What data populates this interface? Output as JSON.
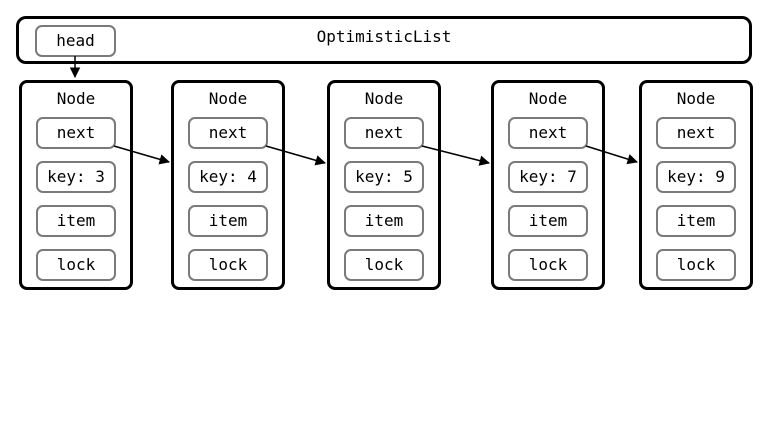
{
  "list": {
    "title": "OptimisticList",
    "head_label": "head"
  },
  "nodes": [
    {
      "title": "Node",
      "next": "next",
      "key": "key: 3",
      "item": "item",
      "lock": "lock"
    },
    {
      "title": "Node",
      "next": "next",
      "key": "key: 4",
      "item": "item",
      "lock": "lock"
    },
    {
      "title": "Node",
      "next": "next",
      "key": "key: 5",
      "item": "item",
      "lock": "lock"
    },
    {
      "title": "Node",
      "next": "next",
      "key": "key: 7",
      "item": "item",
      "lock": "lock"
    },
    {
      "title": "Node",
      "next": "next",
      "key": "key: 9",
      "item": "item",
      "lock": "lock"
    }
  ],
  "colors": {
    "border": "#000000",
    "field_border": "#7a7a7a"
  }
}
